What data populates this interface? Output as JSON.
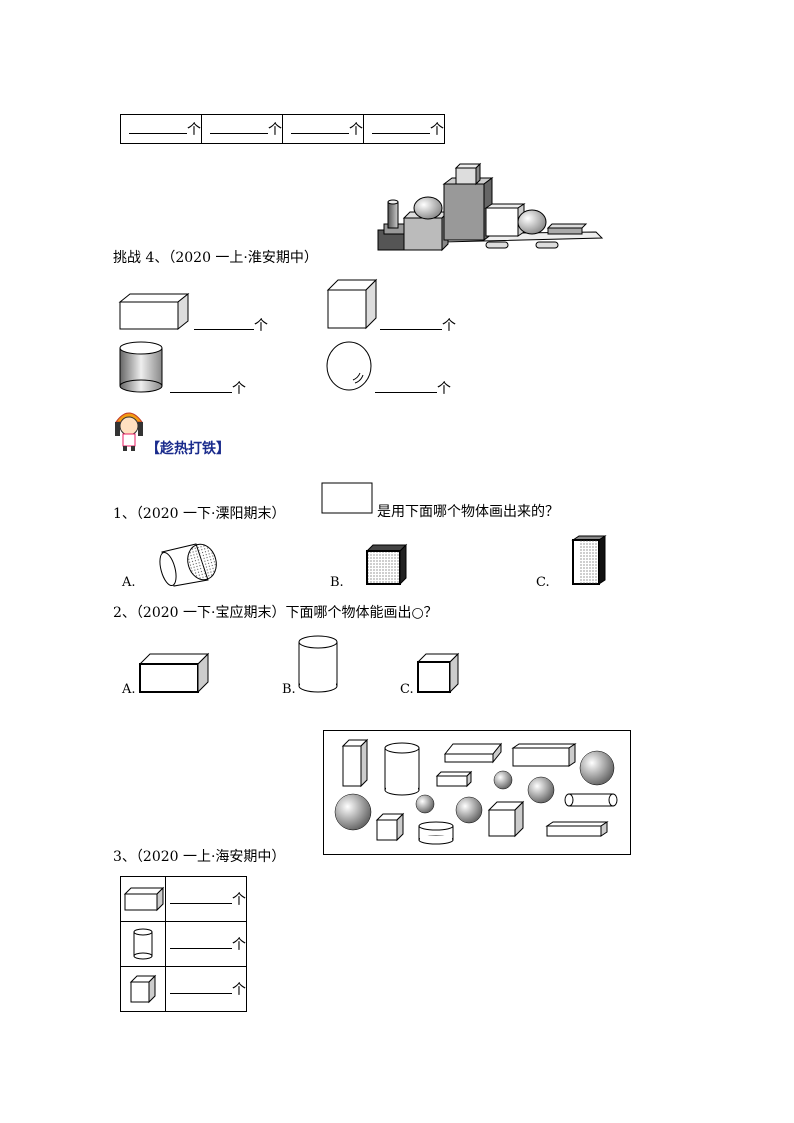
{
  "top_table": {
    "unit": "个",
    "cells": 4
  },
  "challenge4": {
    "label": "挑战 4、（2020 一上·淮安期中）",
    "unit": "个"
  },
  "heading": "【趁热打铁】",
  "q1": {
    "number": "1、",
    "source": "（2020 一下·溧阳期末）",
    "text": "是用下面哪个物体画出来的？",
    "options": [
      "A.",
      "B.",
      "C."
    ]
  },
  "q2": {
    "number": "2、",
    "source": "（2020 一下·宝应期末）",
    "text": "下面哪个物体能画出○？",
    "options": [
      "A.",
      "B.",
      "C."
    ]
  },
  "q3": {
    "label": "3、（2020 一上·海安期中）",
    "unit": "个"
  }
}
